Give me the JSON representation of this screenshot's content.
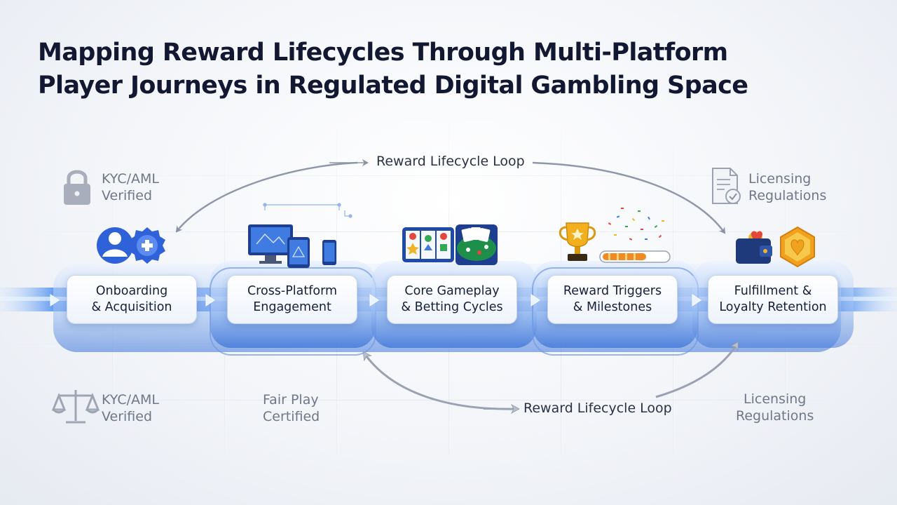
{
  "title": {
    "line1": "Mapping Reward Lifecycles Through Multi-Platform",
    "line2": "Player Journeys in Regulated Digital Gambling Space"
  },
  "loop_top": {
    "label": "Reward Lifecycle Loop"
  },
  "loop_bottom": {
    "label": "Reward Lifecycle Loop"
  },
  "stages": [
    {
      "line1": "Onboarding",
      "line2": "& Acquisition",
      "icon": "user-badge-icon"
    },
    {
      "line1": "Cross-Platform",
      "line2": "Engagement",
      "icon": "devices-icon"
    },
    {
      "line1": "Core Gameplay",
      "line2": "& Betting Cycles",
      "icon": "slots-cards-icon"
    },
    {
      "line1": "Reward Triggers",
      "line2": "& Milestones",
      "icon": "trophy-progress-icon"
    },
    {
      "line1": "Fulfillment &",
      "line2": "Loyalty Retention",
      "icon": "wallet-heart-icon"
    }
  ],
  "notes": {
    "top_left": {
      "line1": "KYC/AML",
      "line2": "Verified",
      "icon": "lock-icon"
    },
    "top_right": {
      "line1": "Licensing",
      "line2": "Regulations",
      "icon": "document-check-icon"
    },
    "bottom_left": {
      "line1": "KYC/AML",
      "line2": "Verified",
      "icon": "scales-icon"
    },
    "bottom_middle": {
      "line1": "Fair Play",
      "line2": "Certified"
    },
    "bottom_right": {
      "line1": "Licensing",
      "line2": "Regulations"
    }
  },
  "colors": {
    "flow_blue": "#2f6fe0",
    "flow_glow": "#9cc6ff",
    "title": "#121832",
    "note_gray": "#6f7788"
  }
}
